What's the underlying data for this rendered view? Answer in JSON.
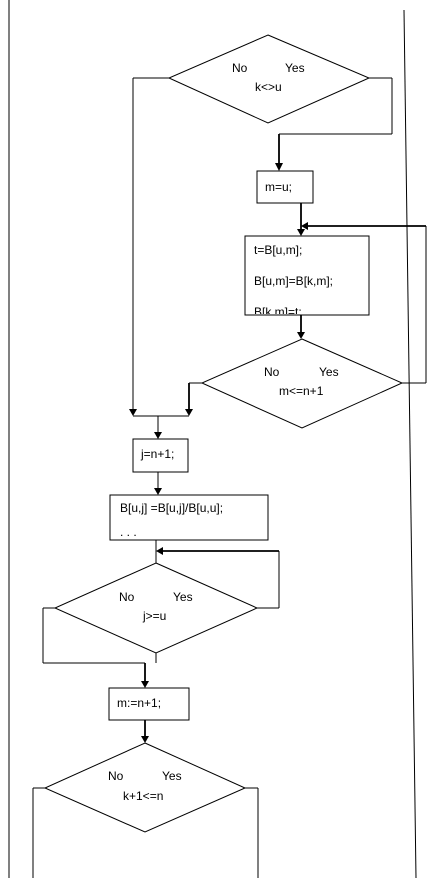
{
  "colors": {
    "stroke": "#000000",
    "background": "#ffffff"
  },
  "decisions": [
    {
      "no": "No",
      "yes": "Yes",
      "cond": "k<>u"
    },
    {
      "no": "No",
      "yes": "Yes",
      "cond": "m<=n+1"
    },
    {
      "no": "No",
      "yes": "Yes",
      "cond": "j>=u"
    },
    {
      "no": "No",
      "yes": "Yes",
      "cond": "k+1<=n"
    }
  ],
  "processes": [
    {
      "lines": [
        "m=u;"
      ]
    },
    {
      "lines": [
        "t=B[u,m];",
        "B[u,m]=B[k,m];",
        "B[k,m]=t;"
      ]
    },
    {
      "lines": [
        "j=n+1;"
      ]
    },
    {
      "lines": [
        "B[u,j] =B[u,j]/B[u,u];",
        ". . ."
      ]
    },
    {
      "lines": [
        "m:=n+1;"
      ]
    }
  ]
}
